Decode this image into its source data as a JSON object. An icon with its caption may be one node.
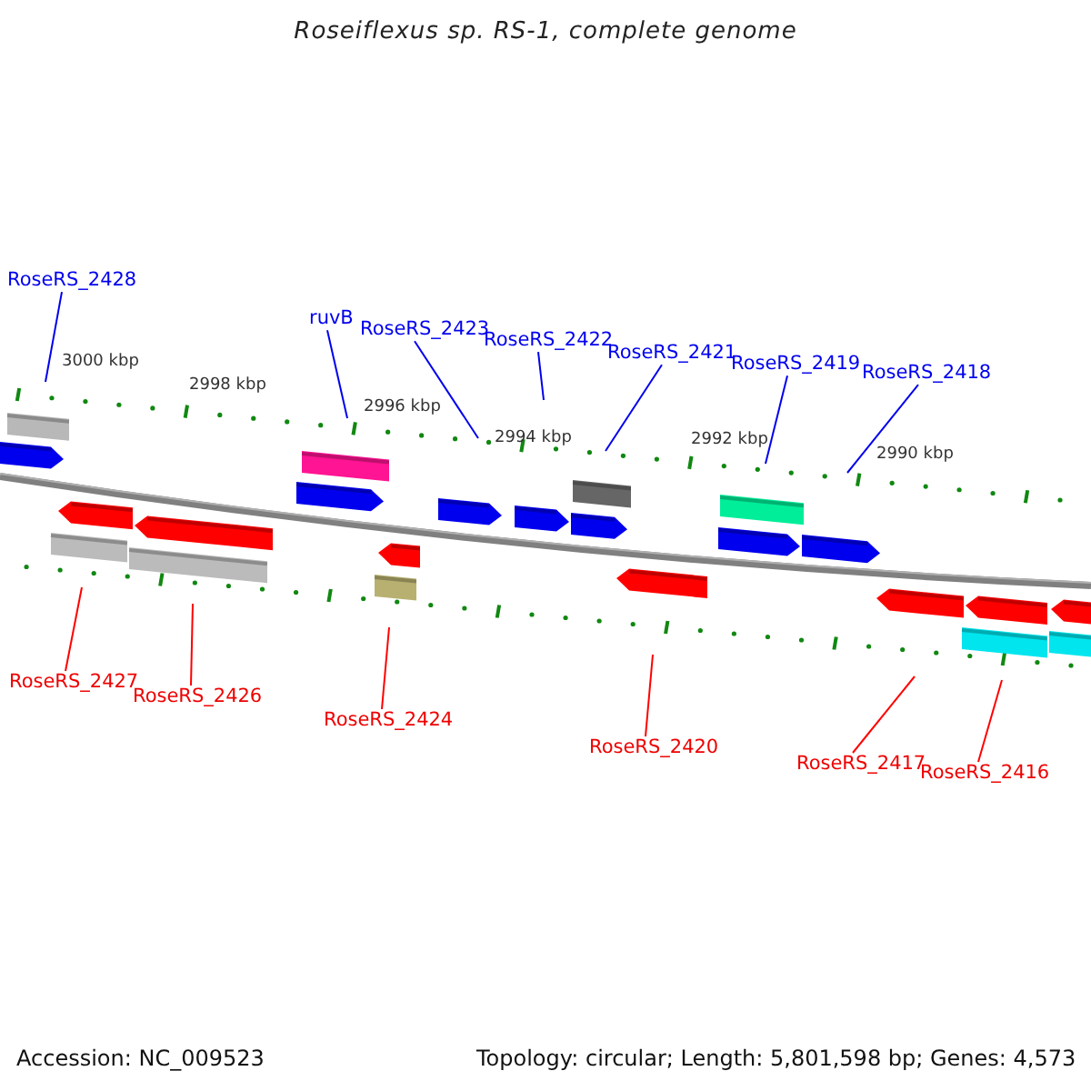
{
  "diagram": {
    "title": "Roseiflexus sp. RS-1, complete genome",
    "nodes": [
      {
        "text": [
          "RoseRS_2428"
        ]
      },
      {
        "text": [
          "ruvB"
        ]
      },
      {
        "text": [
          "RoseRS_2423"
        ]
      },
      {
        "text": [
          "RoseRS_2422"
        ]
      },
      {
        "text": [
          "RoseRS_2421"
        ]
      },
      {
        "text": [
          "RoseRS_2419"
        ]
      },
      {
        "text": [
          "RoseRS_2418"
        ]
      },
      {
        "text": [
          "RoseRS_2427"
        ]
      },
      {
        "text": [
          "RoseRS_2426"
        ]
      },
      {
        "text": [
          "RoseRS_2424"
        ]
      },
      {
        "text": [
          "RoseRS_2420"
        ]
      },
      {
        "text": [
          "RoseRS_2417"
        ]
      },
      {
        "text": [
          "RoseRS_2416"
        ]
      }
    ],
    "edges": [
      {
        "from": 0,
        "to": null,
        "arrow": "none"
      },
      {
        "from": 1,
        "to": null,
        "arrow": "none"
      },
      {
        "from": 2,
        "to": null,
        "arrow": "none"
      },
      {
        "from": 3,
        "to": null,
        "arrow": "none"
      },
      {
        "from": 4,
        "to": null,
        "arrow": "none"
      },
      {
        "from": 5,
        "to": null,
        "arrow": "none"
      },
      {
        "from": 6,
        "to": null,
        "arrow": "none"
      },
      {
        "from": 7,
        "to": null,
        "arrow": "none",
        "color": "#ff0000"
      },
      {
        "from": 8,
        "to": null,
        "arrow": "none",
        "color": "#ff0000"
      },
      {
        "from": 9,
        "to": null,
        "arrow": "none",
        "color": "#ff0000"
      },
      {
        "from": 10,
        "to": null,
        "arrow": "none",
        "color": "#ff0000"
      },
      {
        "from": 11,
        "to": null,
        "arrow": "none",
        "color": "#ff0000"
      },
      {
        "from": 12,
        "to": null,
        "arrow": "none",
        "color": "#ff0000"
      }
    ],
    "labels": [
      "3000 kbp",
      "2998 kbp",
      "2996 kbp",
      "2994 kbp",
      "2992 kbp",
      "2990 kbp",
      "Accession: NC_009523",
      "Topology: circular; Length: 5,801,598 bp; Genes: 4,573"
    ]
  }
}
